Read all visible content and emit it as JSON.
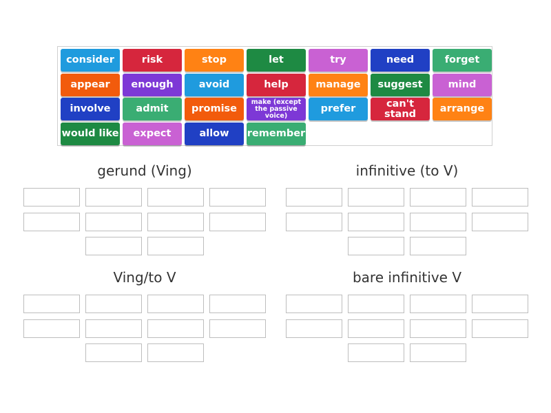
{
  "tiles": [
    {
      "label": "consider",
      "color": "#1f9bde"
    },
    {
      "label": "risk",
      "color": "#d6263d"
    },
    {
      "label": "stop",
      "color": "#ff8214"
    },
    {
      "label": "let",
      "color": "#1e8a43"
    },
    {
      "label": "try",
      "color": "#c961d3"
    },
    {
      "label": "need",
      "color": "#2040c4"
    },
    {
      "label": "forget",
      "color": "#3aad73"
    },
    {
      "label": "appear",
      "color": "#f25b0c"
    },
    {
      "label": "enough",
      "color": "#7d38d6"
    },
    {
      "label": "avoid",
      "color": "#1f9bde"
    },
    {
      "label": "help",
      "color": "#d6263d"
    },
    {
      "label": "manage",
      "color": "#ff8214"
    },
    {
      "label": "suggest",
      "color": "#1e8a43"
    },
    {
      "label": "mind",
      "color": "#c961d3"
    },
    {
      "label": "involve",
      "color": "#2040c4"
    },
    {
      "label": "admit",
      "color": "#3aad73"
    },
    {
      "label": "promise",
      "color": "#f25b0c"
    },
    {
      "label": "make (except the passive voice)",
      "color": "#7d38d6",
      "small": true
    },
    {
      "label": "prefer",
      "color": "#1f9bde"
    },
    {
      "label": "can't stand",
      "color": "#d6263d"
    },
    {
      "label": "arrange",
      "color": "#ff8214"
    },
    {
      "label": "would like",
      "color": "#1e8a43"
    },
    {
      "label": "expect",
      "color": "#c961d3"
    },
    {
      "label": "allow",
      "color": "#2040c4"
    },
    {
      "label": "remember",
      "color": "#3aad73"
    }
  ],
  "groups": [
    {
      "title": "gerund (Ving)",
      "slot_count": 10
    },
    {
      "title": "infinitive (to V)",
      "slot_count": 10
    },
    {
      "title": "Ving/to V",
      "slot_count": 10
    },
    {
      "title": "bare infinitive V",
      "slot_count": 10
    }
  ]
}
